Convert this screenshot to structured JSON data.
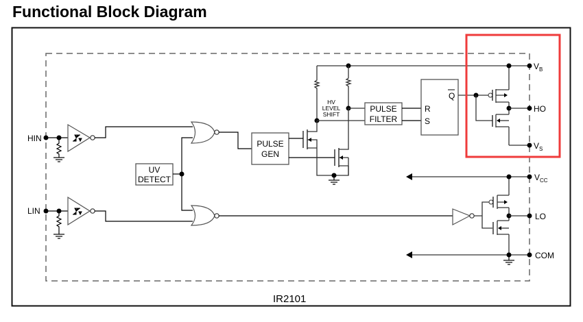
{
  "title": "Functional Block Diagram",
  "chip_label": "IR2101",
  "highlight_color": "#ef3b3b",
  "blocks": {
    "pulse_gen": [
      "PULSE",
      "GEN"
    ],
    "uv_detect": [
      "UV",
      "DETECT"
    ],
    "pulse_filter": [
      "PULSE",
      "FILTER"
    ],
    "hv_level_shift": [
      "HV",
      "LEVEL",
      "SHIFT"
    ],
    "latch": {
      "q_bar": "Q",
      "r": "R",
      "s": "S"
    }
  },
  "pins": {
    "hin": "HIN",
    "lin": "LIN",
    "vb": {
      "main": "V",
      "sub": "B"
    },
    "ho": "HO",
    "vs": {
      "main": "V",
      "sub": "S"
    },
    "vcc": {
      "main": "V",
      "sub": "CC"
    },
    "lo": "LO",
    "com": "COM"
  }
}
